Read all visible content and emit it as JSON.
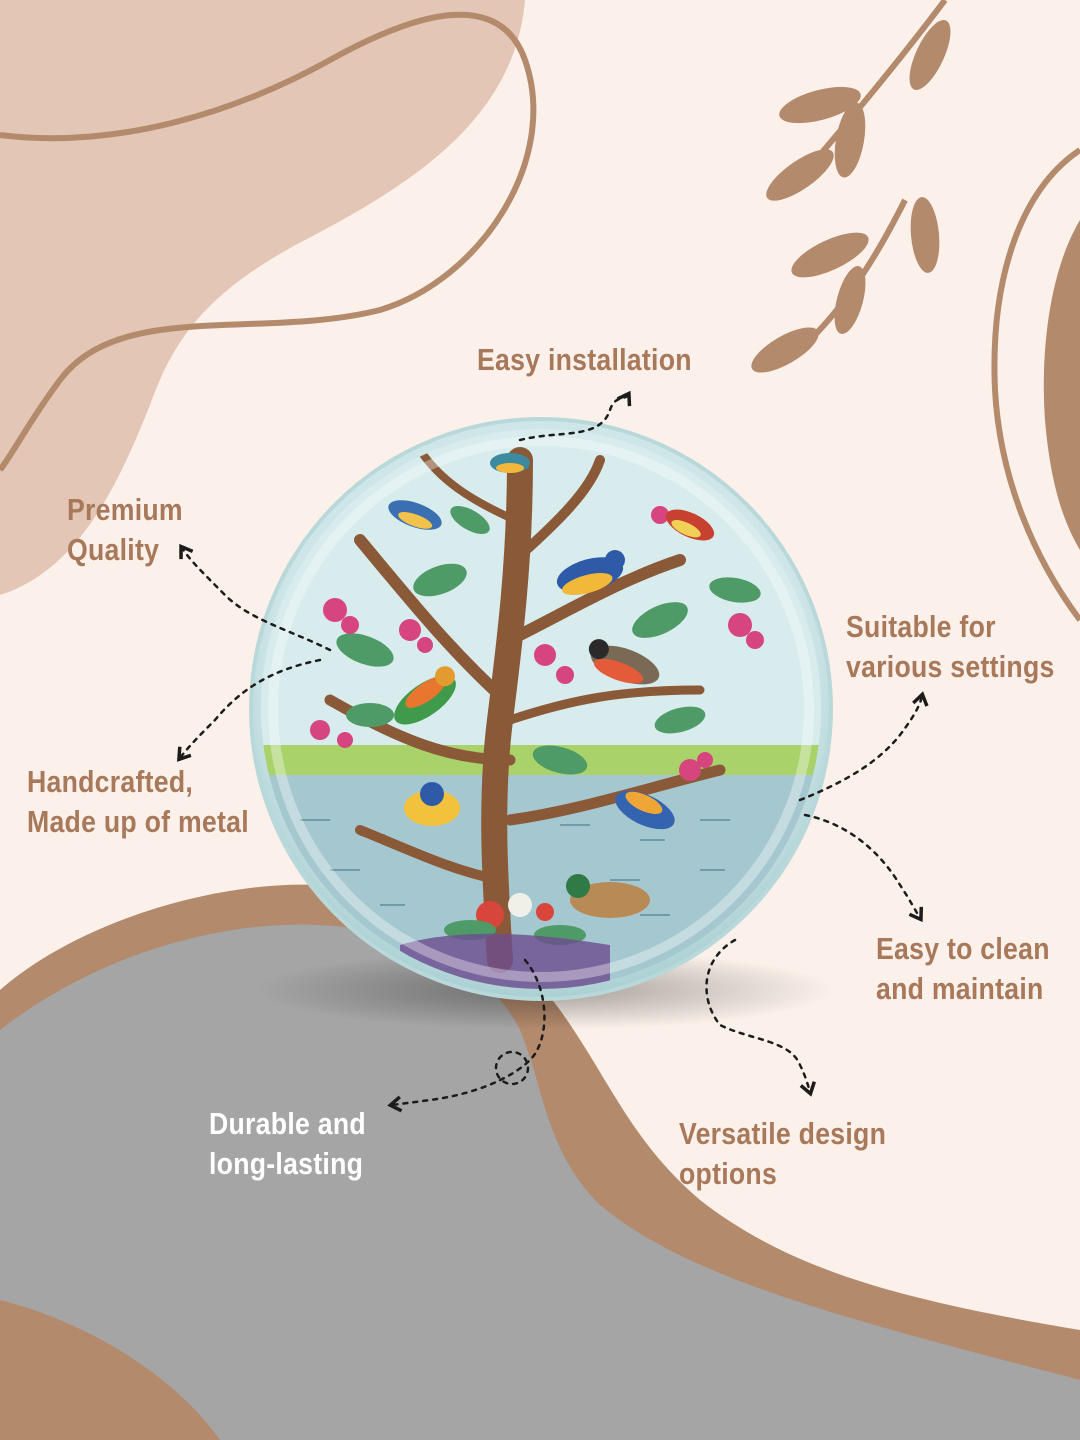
{
  "colors": {
    "background": "#fbf1ea",
    "blob_light": "#e3c6b6",
    "blob_brown": "#b38a6c",
    "blob_gray": "#a5a5a5",
    "label_brown": "#a8785a",
    "label_white": "#ffffff",
    "plate_sky": "#d8ecee",
    "plate_water": "#a5c8d0",
    "tree_trunk": "#8a5a38",
    "leaf": "#4f9b68",
    "blossom": "#d6457d"
  },
  "product": {
    "name": "decorative round metal tray",
    "motif": "tree with birds and ducks"
  },
  "features": {
    "installation": {
      "line1": "Easy installation"
    },
    "premium": {
      "line1": "Premium",
      "line2": "Quality"
    },
    "suitable": {
      "line1": "Suitable for",
      "line2": "various settings"
    },
    "handcrafted": {
      "line1": "Handcrafted,",
      "line2": "Made up of metal"
    },
    "clean": {
      "line1": "Easy to clean",
      "line2": "and maintain"
    },
    "durable": {
      "line1": "Durable and",
      "line2": "long-lasting"
    },
    "versatile": {
      "line1": "Versatile design",
      "line2": "options"
    }
  },
  "icons": {
    "leaf_sprig": "leaf-sprig-icon",
    "arrow": "dashed-arrow-icon"
  }
}
